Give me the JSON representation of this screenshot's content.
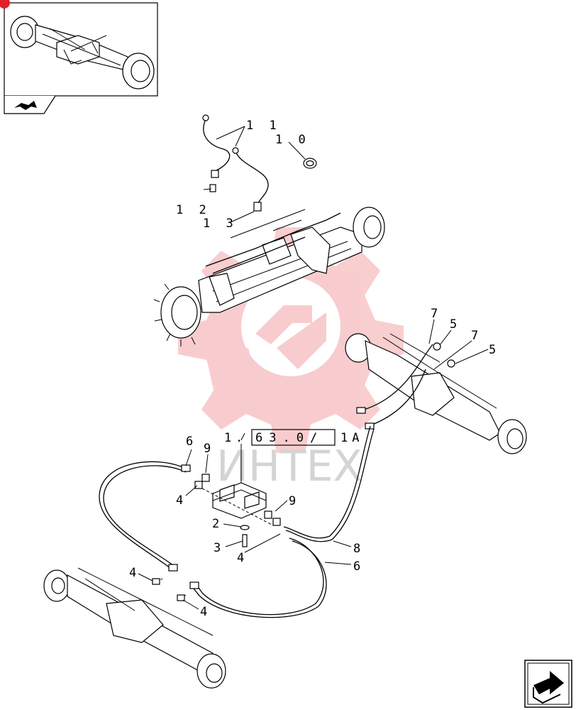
{
  "watermark": {
    "text": "ИНТЕХ",
    "color": "#e41e26"
  },
  "reference_box": {
    "prefix": "1",
    "value": "63.0/",
    "suffix": "1A"
  },
  "callouts": [
    {
      "id": "c11",
      "text": "1 1"
    },
    {
      "id": "c10",
      "text": "1 0"
    },
    {
      "id": "c12",
      "text": "1 2"
    },
    {
      "id": "c13",
      "text": "1 3"
    },
    {
      "id": "c7a",
      "text": "7"
    },
    {
      "id": "c5a",
      "text": "5"
    },
    {
      "id": "c7b",
      "text": "7"
    },
    {
      "id": "c5b",
      "text": "5"
    },
    {
      "id": "c6a",
      "text": "6"
    },
    {
      "id": "c9a",
      "text": "9"
    },
    {
      "id": "c4a",
      "text": "4"
    },
    {
      "id": "c9b",
      "text": "9"
    },
    {
      "id": "c2",
      "text": "2"
    },
    {
      "id": "c3",
      "text": "3"
    },
    {
      "id": "c4b",
      "text": "4"
    },
    {
      "id": "c8",
      "text": "8"
    },
    {
      "id": "c6b",
      "text": "6"
    },
    {
      "id": "c4c",
      "text": "4"
    },
    {
      "id": "c4d",
      "text": "4"
    }
  ],
  "icons": {
    "thumbnail": "axle-thumbnail-icon",
    "nav_left": "previous-page-icon",
    "nav_right": "next-page-icon"
  }
}
